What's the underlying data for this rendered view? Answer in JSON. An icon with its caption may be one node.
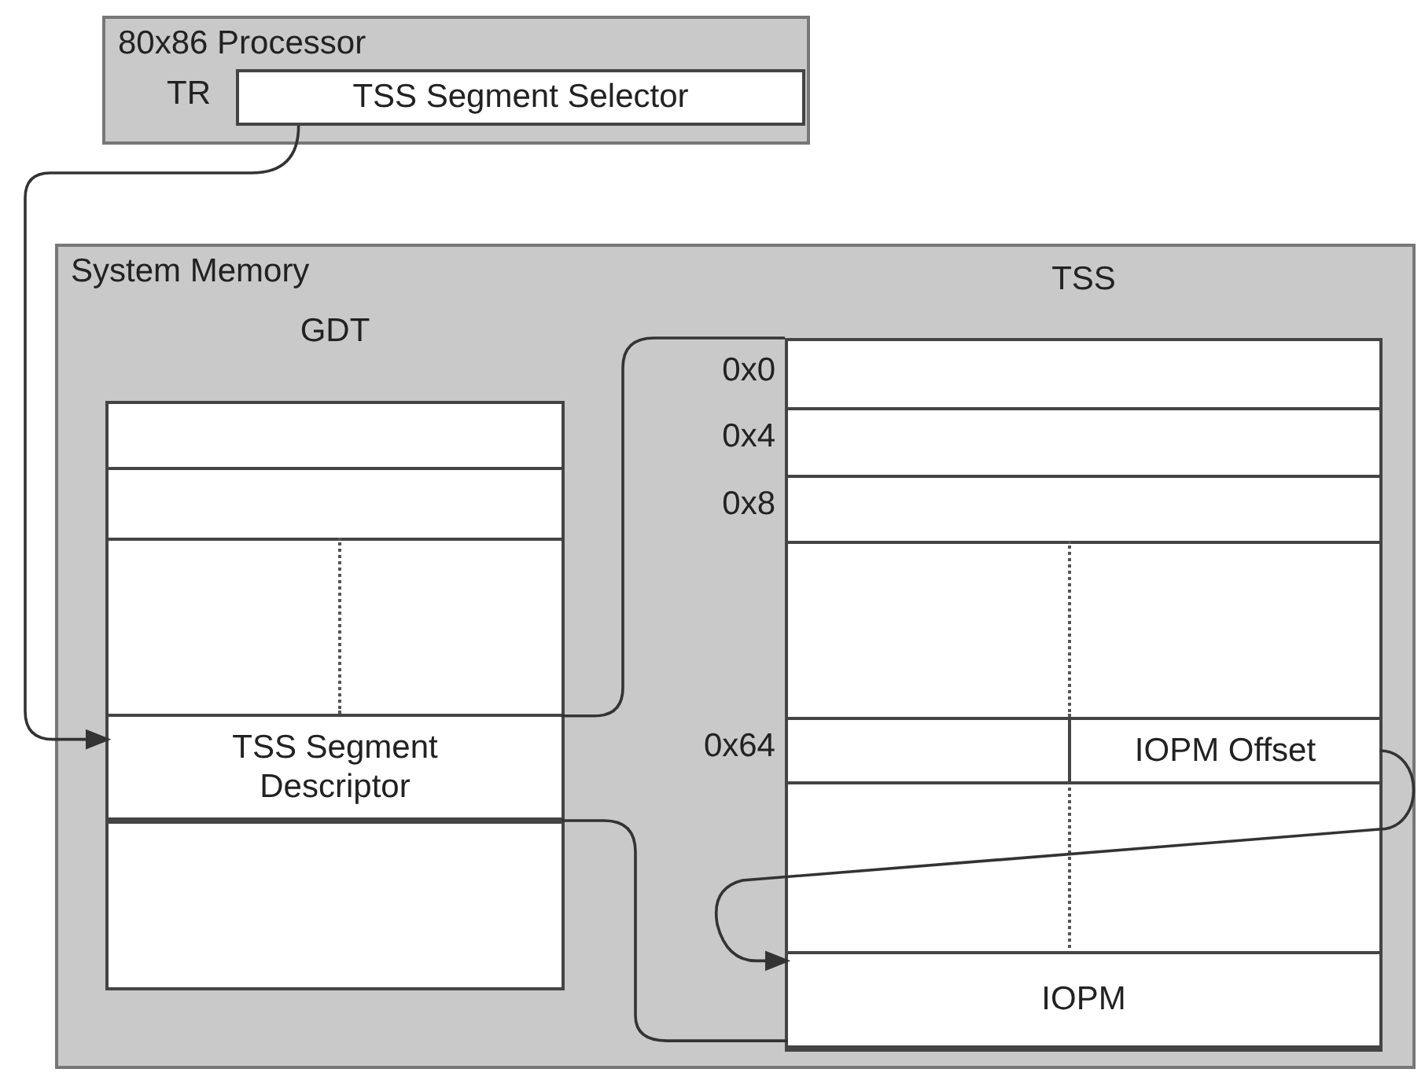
{
  "diagram": {
    "nodes": [
      {
        "text": [
          "80x86 Processor"
        ]
      },
      {
        "text": [
          "TSS Segment Selector"
        ],
        "in": 0,
        "beside": [
          "TR"
        ]
      },
      {
        "text": [
          "System Memory"
        ]
      },
      {
        "text": [
          "GDT"
        ],
        "in": 2
      },
      {
        "text": [
          "TSS Segment Descriptor"
        ],
        "in": 3
      },
      {
        "text": [
          "TSS"
        ],
        "in": 2
      },
      {
        "text": [
          "IOPM Offset"
        ],
        "in": 5
      },
      {
        "text": [
          "IOPM"
        ],
        "in": 5
      }
    ],
    "edges": [
      {
        "from": 1,
        "to": 4,
        "arrow": "to"
      },
      {
        "from": 4,
        "to": 5,
        "arrow": "none"
      },
      {
        "from": 4,
        "to": 7,
        "arrow": "none"
      },
      {
        "from": 6,
        "to": 7,
        "arrow": "to"
      }
    ],
    "labels": [
      "0x0",
      "0x4",
      "0x8",
      "0x64"
    ]
  }
}
